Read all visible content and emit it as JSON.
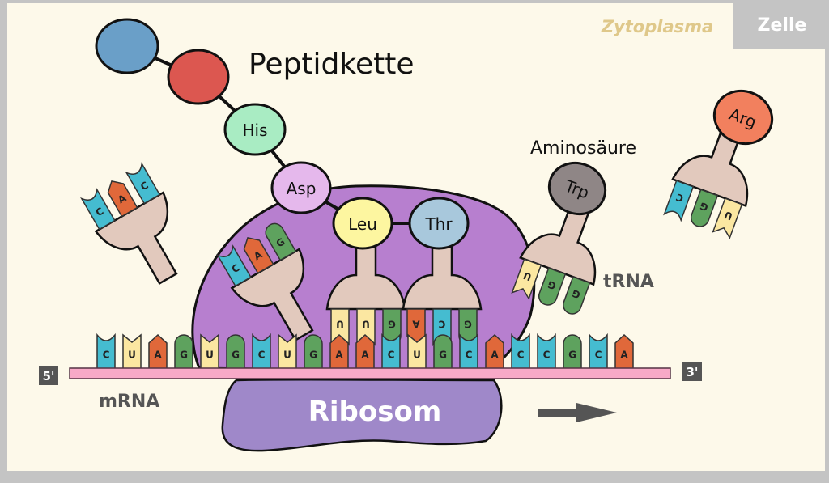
{
  "header": {
    "context_label": "Zytoplasma",
    "section_tab": "Zelle"
  },
  "labels": {
    "peptide_chain": "Peptidkette",
    "amino_acid": "Aminosäure",
    "trna": "tRNA",
    "mrna": "mRNA",
    "ribosome": "Ribosom",
    "five_prime": "5'",
    "three_prime": "3'"
  },
  "colors": {
    "background": "#fdf9ea",
    "frame": "#c4c4c4",
    "ribosome_large": "#b77fcf",
    "ribosome_small": "#9f88c9",
    "trna_body": "#e2c9bd",
    "mrna_strand": "#f8a9c7",
    "zytoplasma_text": "#dfc88a",
    "dark_label": "#555555",
    "bases": {
      "A": "#e0683a",
      "C": "#45bcd0",
      "G": "#5ea25e",
      "U": "#fbe7a1"
    }
  },
  "peptide_chain": [
    {
      "name": "",
      "color": "#6a9fc8"
    },
    {
      "name": "",
      "color": "#dc5750"
    },
    {
      "name": "His",
      "color": "#a9ecc3"
    },
    {
      "name": "Asp",
      "color": "#e5b8ec"
    },
    {
      "name": "Leu",
      "color": "#fdf6a0"
    },
    {
      "name": "Thr",
      "color": "#a8c8dc"
    }
  ],
  "mrna": {
    "direction": "5' → 3'",
    "sequence": [
      "C",
      "U",
      "A",
      "G",
      "U",
      "G",
      "C",
      "U",
      "G",
      "A",
      "A",
      "C",
      "U",
      "G",
      "C",
      "A",
      "C",
      "C",
      "G",
      "C",
      "A"
    ]
  },
  "trnas": [
    {
      "id": "free-left",
      "amino_acid": "",
      "anticodon": [
        "C",
        "A",
        "C"
      ],
      "state": "free"
    },
    {
      "id": "exiting",
      "amino_acid": "",
      "anticodon": [
        "G",
        "A",
        "C"
      ],
      "state": "leaving ribosome"
    },
    {
      "id": "p-site",
      "amino_acid": "Leu",
      "anticodon": [
        "U",
        "U",
        "G"
      ],
      "codon": [
        "A",
        "A",
        "C"
      ],
      "state": "bound"
    },
    {
      "id": "a-site",
      "amino_acid": "Thr",
      "anticodon": [
        "A",
        "C",
        "G"
      ],
      "codon": [
        "U",
        "G",
        "C"
      ],
      "state": "bound"
    },
    {
      "id": "incoming",
      "amino_acid": "Trp",
      "amino_color": "#8f8686",
      "anticodon": [
        "U",
        "G",
        "G"
      ],
      "state": "incoming"
    },
    {
      "id": "free-right",
      "amino_acid": "Arg",
      "amino_color": "#f2805e",
      "anticodon": [
        "C",
        "G",
        "U"
      ],
      "state": "free"
    }
  ]
}
